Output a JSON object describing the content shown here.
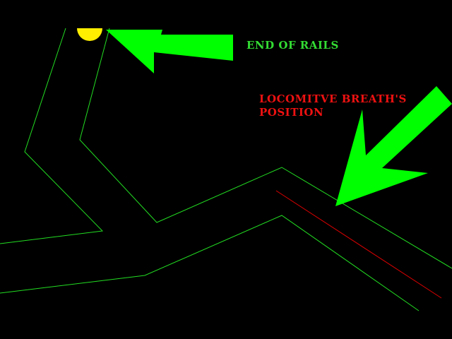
{
  "labels": {
    "end_of_rails": "END OF RAILS",
    "loco_line1": "LOCOMITVE BREATH'S",
    "loco_line2": "POSITION"
  },
  "colors": {
    "background": "#000000",
    "track_outline": "#22dd22",
    "arrow": "#00ff00",
    "end_label": "#33dd33",
    "loco_label": "#ee1111",
    "train_marker": "#dd0000",
    "end_marker": "#ffee00"
  }
}
